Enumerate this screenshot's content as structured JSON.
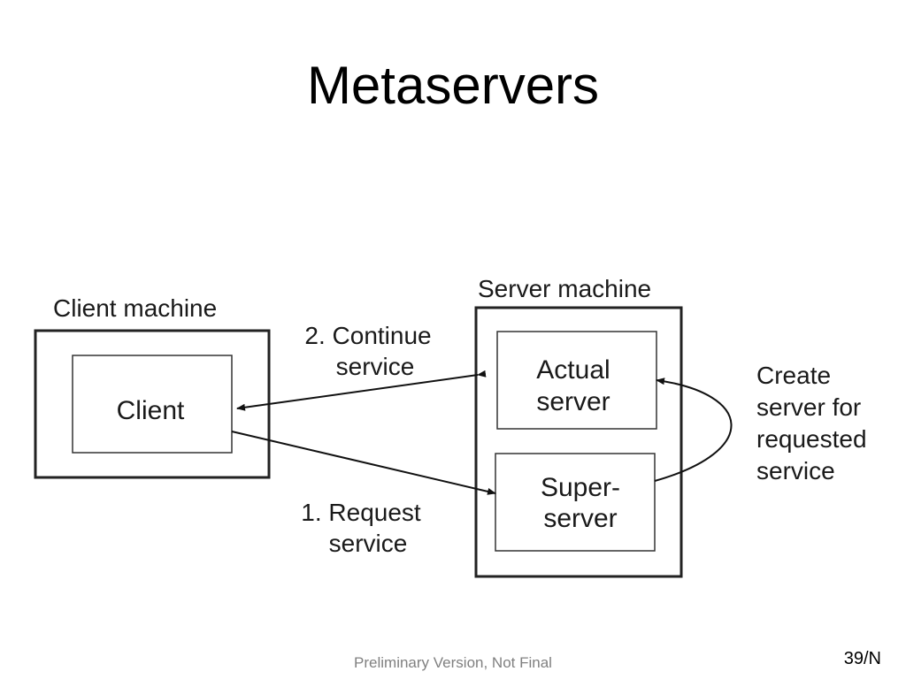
{
  "slide": {
    "title": "Metaservers",
    "footer": "Preliminary Version, Not Final",
    "page_number": "39/N"
  },
  "diagram": {
    "client_machine_label": "Client machine",
    "client_label": "Client",
    "server_machine_label": "Server machine",
    "actual_server_line1": "Actual",
    "actual_server_line2": "server",
    "superserver_line1": "Super-",
    "superserver_line2": "server",
    "continue_line1": "2. Continue",
    "continue_line2": "service",
    "request_line1": "1. Request",
    "request_line2": "service",
    "create_line1": "Create",
    "create_line2": "server for",
    "create_line3": "requested",
    "create_line4": "service"
  }
}
